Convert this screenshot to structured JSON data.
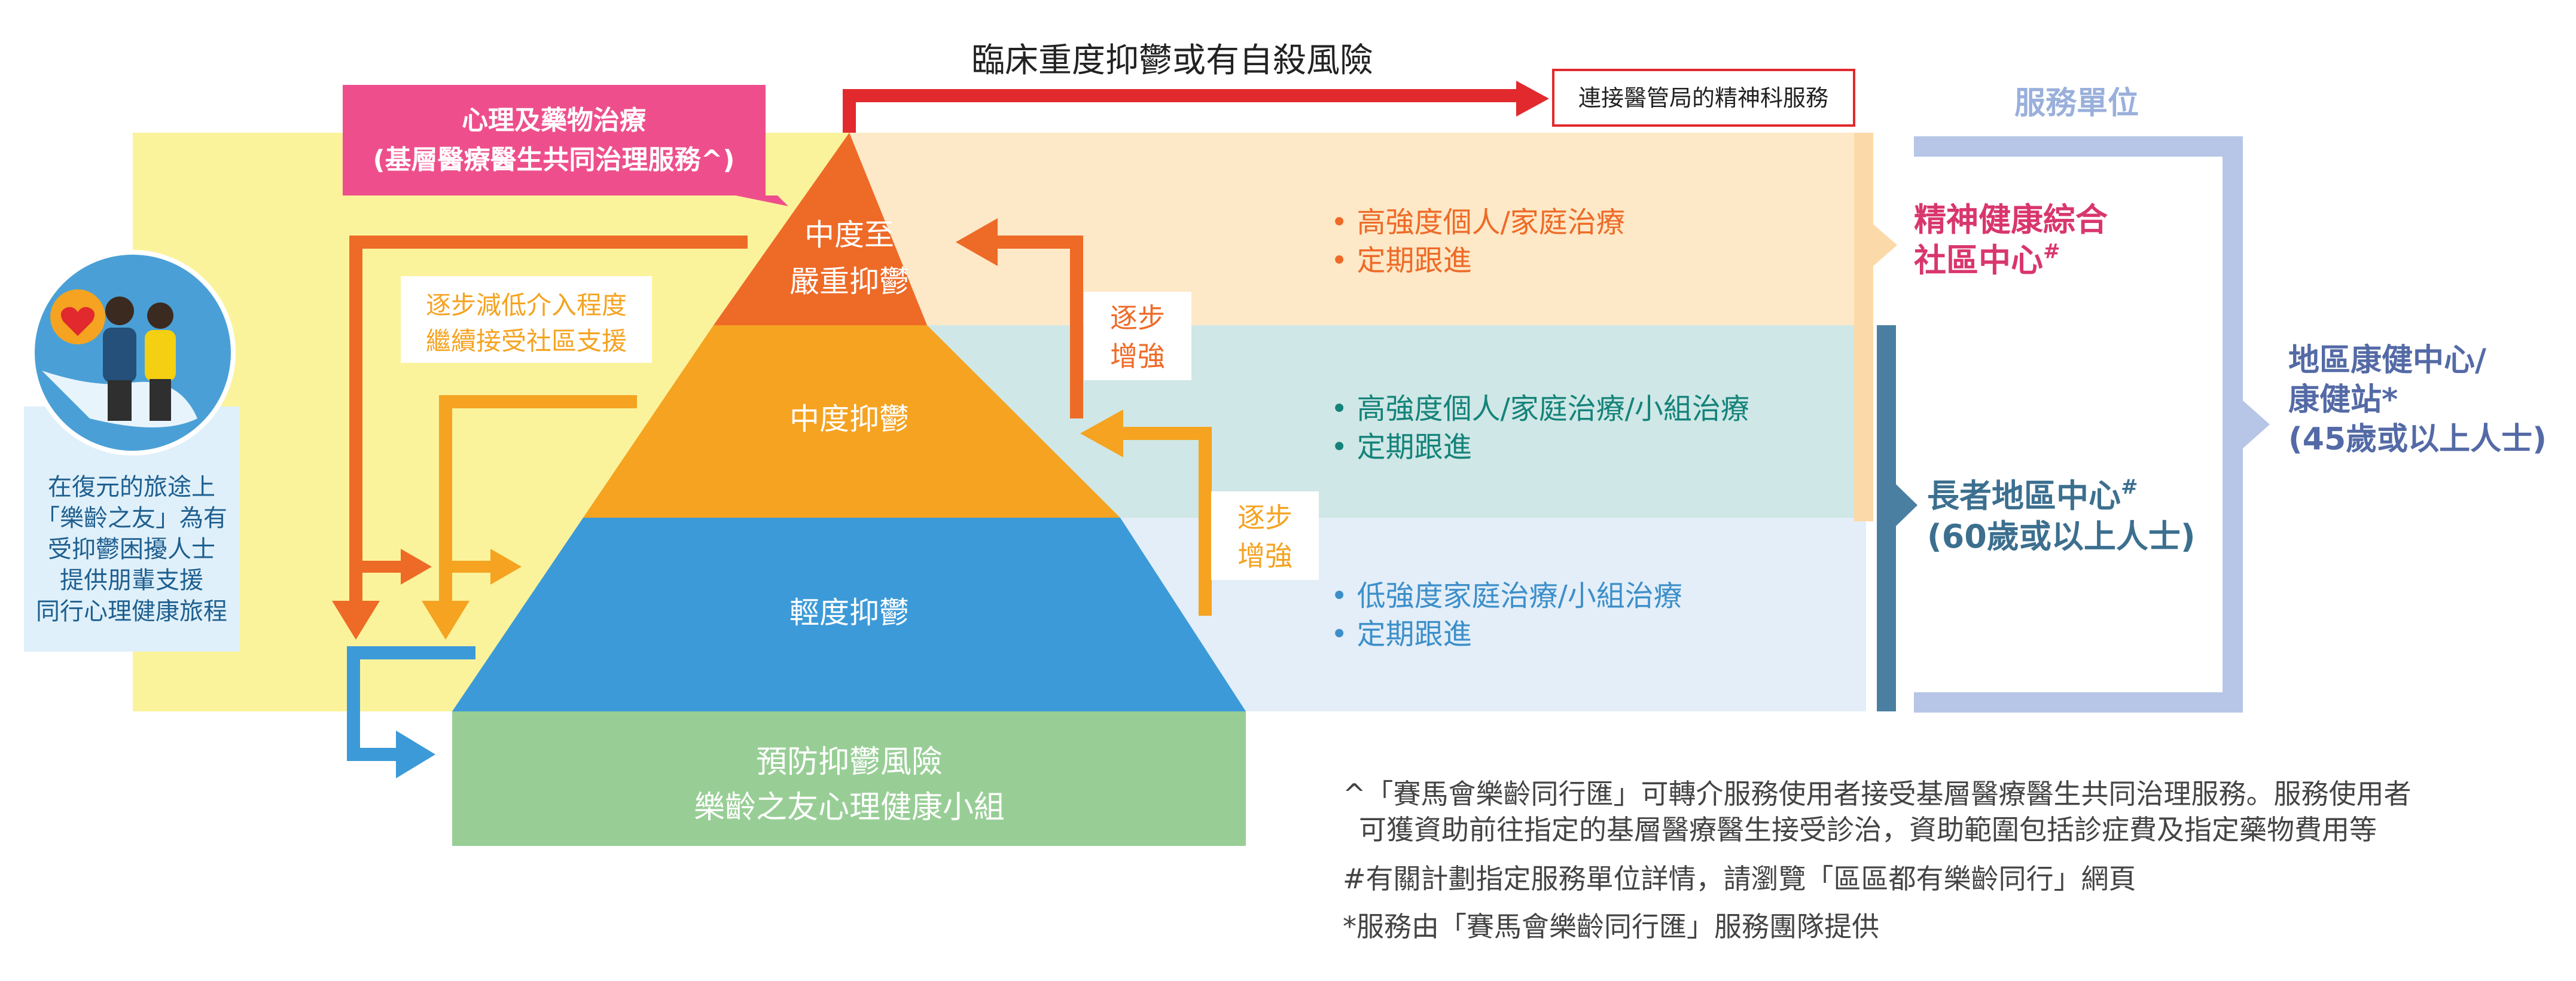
{
  "colors": {
    "yellow_bg": "#fbf39b",
    "peach_bg": "#fde8c7",
    "teal_bg": "#cfe7e6",
    "blue_bg": "#e3eef8",
    "pyramid_top": "#ee6a27",
    "pyramid_mid": "#f5a321",
    "pyramid_low": "#3c9ad8",
    "base_green": "#98ce96",
    "red_arrow": "#e2292d",
    "pink_box": "#ee4f8c",
    "orange_text": "#ee6a27",
    "teal_text": "#14837a",
    "blue_text": "#3d8fc9",
    "slate_text": "#3c6f8f",
    "lavender_text": "#546aa6",
    "lavender_bracket": "#b7c6e7",
    "rose_text": "#d9366d"
  },
  "top_arrow": {
    "label": "臨床重度抑鬱或有自殺風險",
    "target": "連接醫管局的精神科服務"
  },
  "pink_box": {
    "line1": "心理及藥物治療",
    "line2": "(基層醫療醫生共同治理服務^)"
  },
  "left_panel": {
    "icon": "people-heart-icon",
    "lines": [
      "在復元的旅途上",
      "「樂齡之友」為有",
      "受抑鬱困擾人士",
      "提供朋輩支援",
      "同行心理健康旅程"
    ]
  },
  "step_down_note": {
    "line1": "逐步減低介入程度",
    "line2": "繼續接受社區支援"
  },
  "pyramid": {
    "top_line1": "中度至",
    "top_line2": "嚴重抑鬱",
    "middle": "中度抑鬱",
    "bottom": "輕度抑鬱"
  },
  "base_box": {
    "line1": "預防抑鬱風險",
    "line2": "樂齡之友心理健康小組"
  },
  "step_up": {
    "upper_line1": "逐步",
    "upper_line2": "增強",
    "lower_line1": "逐步",
    "lower_line2": "增強"
  },
  "services": {
    "severe": [
      "• 高強度個人/家庭治療",
      "• 定期跟進"
    ],
    "moderate": [
      "• 高強度個人/家庭治療/小組治療",
      "• 定期跟進"
    ],
    "mild": [
      "• 低強度家庭治療/小組治療",
      "• 定期跟進"
    ]
  },
  "units": {
    "heading": "服務單位",
    "imhcc_line1": "精神健康綜合",
    "imhcc_line2": "社區中心",
    "imhcc_mark": "#",
    "dech_line1": "長者地區中心",
    "dech_mark": "#",
    "dech_line2": "(60歲或以上人士)",
    "dhc_line1": "地區康健中心/",
    "dhc_line2": "康健站*",
    "dhc_line3": "(45歲或以上人士)"
  },
  "footnotes": {
    "caret_line1": "^「賽馬會樂齡同行匯」可轉介服務使用者接受基層醫療醫生共同治理服務。服務使用者",
    "caret_line2": "可獲資助前往指定的基層醫療醫生接受診治，資助範圍包括診症費及指定藥物費用等",
    "hash_line": "#有關計劃指定服務單位詳情，請瀏覽「區區都有樂齡同行」網頁",
    "star_line": "*服務由「賽馬會樂齡同行匯」服務團隊提供"
  }
}
